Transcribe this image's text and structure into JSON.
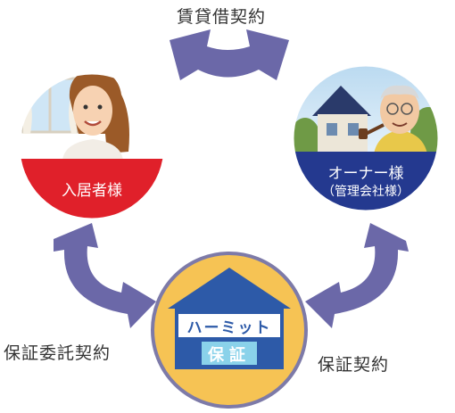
{
  "labels": {
    "lease": "賃貸借契約",
    "guarantee_entrust": "保証委託契約",
    "guarantee": "保証契約"
  },
  "tenant": {
    "name": "入居者様"
  },
  "owner": {
    "name": "オーナー様",
    "sub": "（管理会社様）"
  },
  "company": {
    "name_top": "ハーミット",
    "name_bottom": "保証"
  },
  "colors": {
    "arrow": "#6b68a8",
    "tenant_red": "#e0202a",
    "owner_blue": "#24398f",
    "company_yellow": "#f6c354",
    "company_border": "#7d7aa8",
    "house_blue": "#2d5aa8"
  }
}
